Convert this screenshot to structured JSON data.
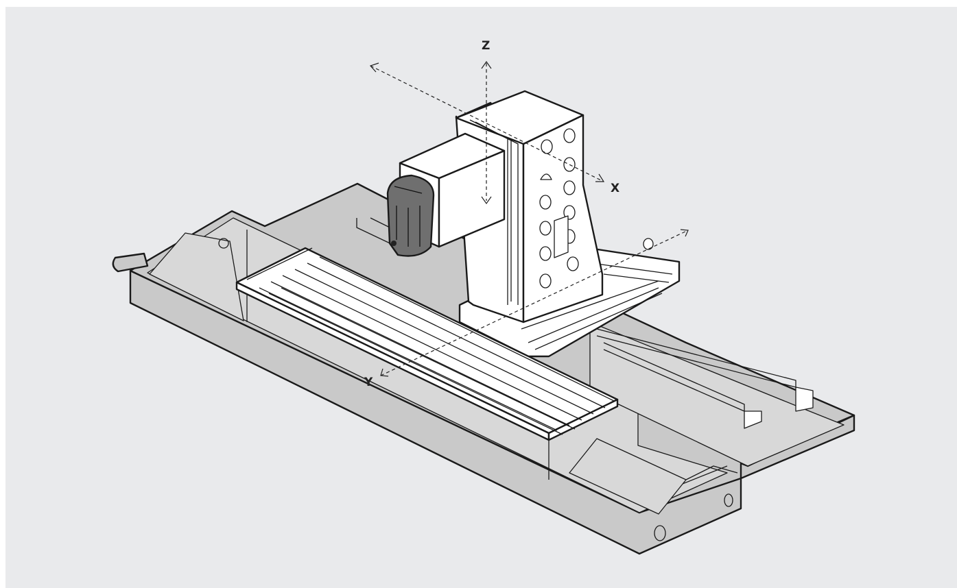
{
  "diagram": {
    "axes": [
      {
        "id": "z",
        "label": "Z"
      },
      {
        "id": "x",
        "label": "X"
      },
      {
        "id": "y",
        "label": "Y"
      }
    ],
    "colors": {
      "background": "#e9eaec",
      "bed": "#c9c9c9",
      "table": "#ffffff",
      "spindle": "#6f6f6f",
      "outline": "#1a1a1a"
    }
  }
}
